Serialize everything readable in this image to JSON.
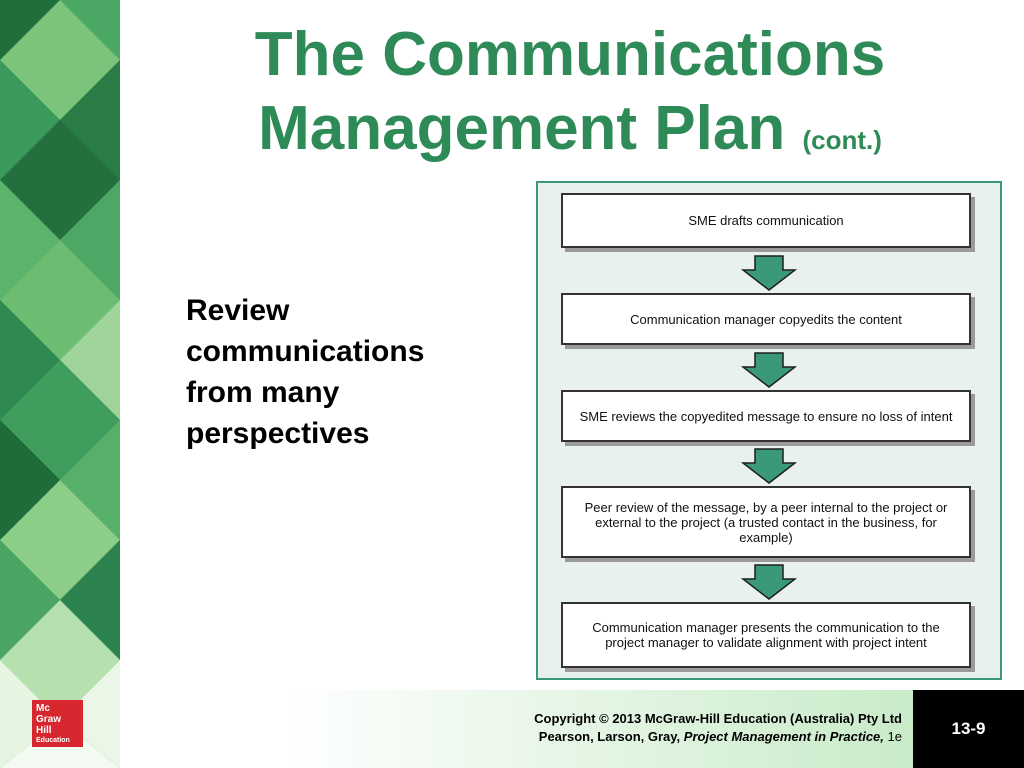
{
  "title": {
    "main_line1": "The Communications",
    "main_line2": "Management Plan",
    "suffix": "(cont.)"
  },
  "bullet": "Review communications from many perspectives",
  "figure": {
    "steps": [
      "SME drafts communication",
      "Communication manager copyedits the content",
      "SME reviews the copyedited message to ensure no loss of intent",
      "Peer review of the message, by a peer internal to the project or external to the project (a trusted contact in the business, for example)",
      "Communication manager presents the communication to the project manager to validate alignment with project intent"
    ]
  },
  "footer": {
    "copyright": "Copyright © 2013 McGraw-Hill Education (Australia) Pty Ltd",
    "citation_authors": "Pearson, Larson, Gray,",
    "citation_book": "Project Management in Practice,",
    "citation_edition": "1e",
    "page_number": "13-9"
  },
  "logo": {
    "line1": "Mc",
    "line2": "Graw",
    "line3": "Hill",
    "line4": "Education"
  },
  "colors": {
    "accent_green": "#2e8b57",
    "arrow_fill": "#3a9a78",
    "logo_red": "#d7262d"
  }
}
